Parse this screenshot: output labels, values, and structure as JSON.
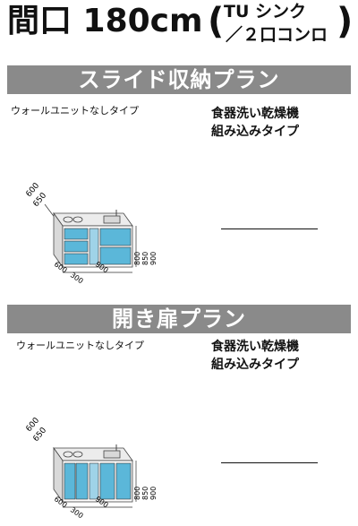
{
  "title": {
    "main": "間口 180cm",
    "open_paren": "(",
    "close_paren": ")",
    "sub_line1": "TU シンク",
    "sub_line2": "／２口コンロ"
  },
  "sections": [
    {
      "banner": "スライド収納プラン",
      "left_label": "ウォールユニットなしタイプ",
      "right_label_line1": "食器洗い乾燥機",
      "right_label_line2": "組み込みタイプ",
      "dims": {
        "depth_top": "600",
        "depth_top2": "650",
        "height_a": "800",
        "height_b": "850",
        "height_c": "900",
        "w_600": "600",
        "w_900": "900",
        "w_300": "300"
      }
    },
    {
      "banner": "開き扉プラン",
      "left_label": "ウォールユニットなしタイプ",
      "right_label_line1": "食器洗い乾燥機",
      "right_label_line2": "組み込みタイプ",
      "dims": {
        "depth_top": "600",
        "depth_top2": "650",
        "height_a": "800",
        "height_b": "850",
        "height_c": "900",
        "w_600": "600",
        "w_900": "900",
        "w_300": "300"
      }
    }
  ],
  "colors": {
    "banner_bg": "#8a8a8a",
    "cabinet_front": "#5bb7d9",
    "cabinet_top": "#e9e9e9"
  }
}
